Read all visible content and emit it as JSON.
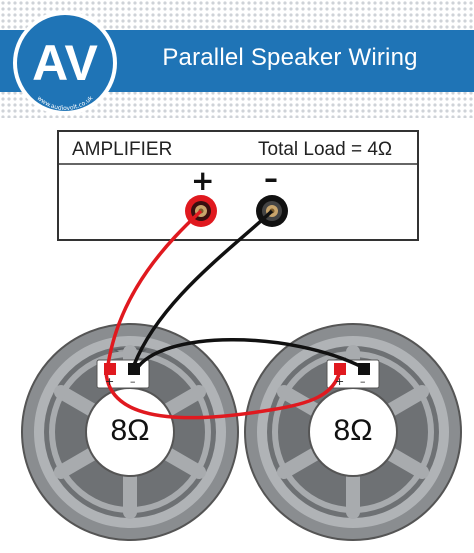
{
  "header": {
    "logo_text": "AV",
    "logo_url_text": "www.audiovolt.co.uk",
    "title": "Parallel Speaker Wiring"
  },
  "amplifier": {
    "label": "AMPLIFIER",
    "total_load": "Total Load = 4Ω",
    "positive_symbol": "+",
    "negative_symbol": "–"
  },
  "speakers": [
    {
      "impedance": "8Ω",
      "terminal_pos": "+",
      "terminal_neg": "–"
    },
    {
      "impedance": "8Ω",
      "terminal_pos": "+",
      "terminal_neg": "–"
    }
  ],
  "colors": {
    "header_blue": "#1f74b6",
    "positive_wire": "#e0191f",
    "negative_wire": "#111111",
    "speaker_grey": "#8a8d90"
  }
}
